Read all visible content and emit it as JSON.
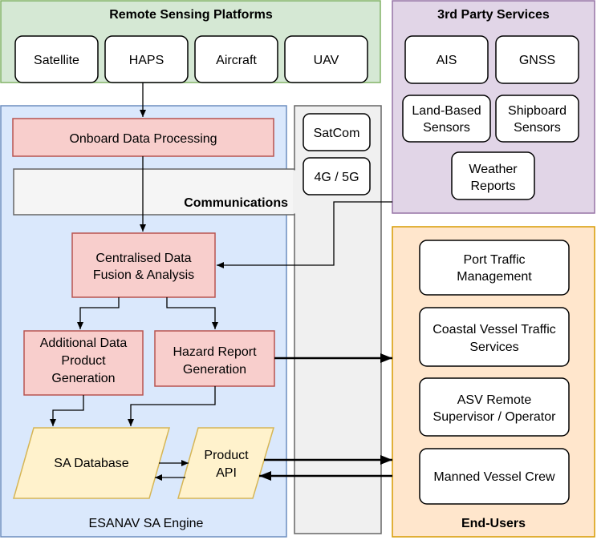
{
  "remote_sensing": {
    "title": "Remote Sensing Platforms",
    "items": [
      "Satellite",
      "HAPS",
      "Aircraft",
      "UAV"
    ]
  },
  "third_party": {
    "title": "3rd Party Services",
    "ais": "AIS",
    "gnss": "GNSS",
    "land_based": [
      "Land-Based",
      "Sensors"
    ],
    "shipboard": [
      "Shipboard",
      "Sensors"
    ],
    "weather": [
      "Weather",
      "Reports"
    ]
  },
  "communications": {
    "label": "Communications",
    "satcom": "SatCom",
    "cellular": "4G / 5G"
  },
  "engine": {
    "label": "ESANAV SA Engine",
    "onboard": "Onboard Data Processing",
    "fusion": [
      "Centralised Data",
      "Fusion & Analysis"
    ],
    "additional": [
      "Additional Data",
      "Product",
      "Generation"
    ],
    "hazard": [
      "Hazard Report",
      "Generation"
    ],
    "database": "SA Database",
    "api": [
      "Product",
      "API"
    ]
  },
  "end_users": {
    "title": "End-Users",
    "port": [
      "Port Traffic",
      "Management"
    ],
    "coastal": [
      "Coastal Vessel Traffic",
      "Services"
    ],
    "asv": [
      "ASV Remote",
      "Supervisor / Operator"
    ],
    "crew": "Manned Vessel Crew"
  },
  "colors": {
    "green_fill": "#d5e8d4",
    "purple_fill": "#e1d5e7",
    "blue_fill": "#dae8fc",
    "orange_fill": "#ffe6cc",
    "red_fill": "#f8cecc",
    "yellow_fill": "#fff2cc",
    "gray_fill": "#f5f5f5"
  }
}
